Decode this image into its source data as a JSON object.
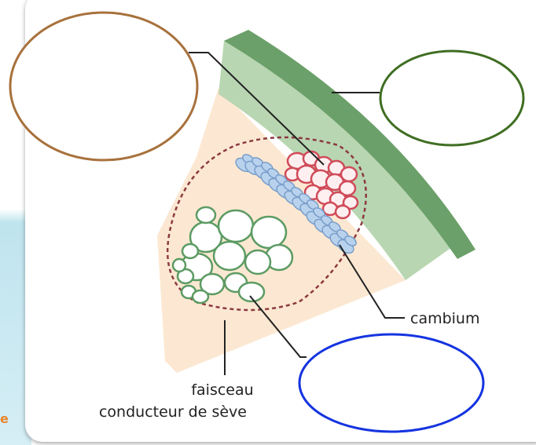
{
  "labels": {
    "cambium": "cambium",
    "faisceau_line1": "faisceau",
    "faisceau_line2": "conducteur de sève"
  },
  "edge_letter": "e",
  "answer_ovals": [
    {
      "id": "top-left",
      "color": "#a8713c"
    },
    {
      "id": "right",
      "color": "#3f6e22"
    },
    {
      "id": "bottom-right",
      "color": "#1534e0"
    }
  ],
  "colors": {
    "epidermis": "#6ca06a",
    "cortex": "#b9d6b2",
    "pith": "#fce8d2",
    "phloem": "#d04b59",
    "cambium": "#9ebfe2",
    "xylem": "#5c9b63",
    "bundle_outline": "#8c3a42",
    "leader_line": "#222222"
  }
}
